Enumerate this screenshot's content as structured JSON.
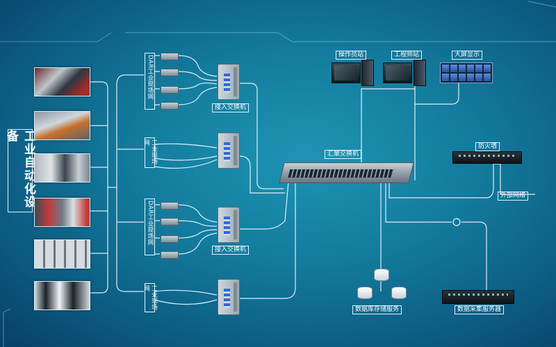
{
  "panel_title": "工业自动化设备",
  "networks": [
    {
      "label": "DAR工业现场网"
    },
    {
      "label": "工业现场网"
    },
    {
      "label": "DAR工业现场网"
    },
    {
      "label": "工业现场网"
    }
  ],
  "labels": {
    "access_switch_1": "接入交换机",
    "access_switch_3": "接入交换机",
    "core_switch": "汇聚交换机",
    "ops_station": "操作员站",
    "eng_station": "工程师站",
    "video_wall": "大屏显示",
    "firewall": "防火墙",
    "external_network": "外部网络",
    "storage_server": "数据库存储服务",
    "data_server": "数据采集服务器"
  },
  "colors": {
    "line": "#eaf6ff",
    "port_blue": "#2d6ad8",
    "background": "#137b9d"
  }
}
